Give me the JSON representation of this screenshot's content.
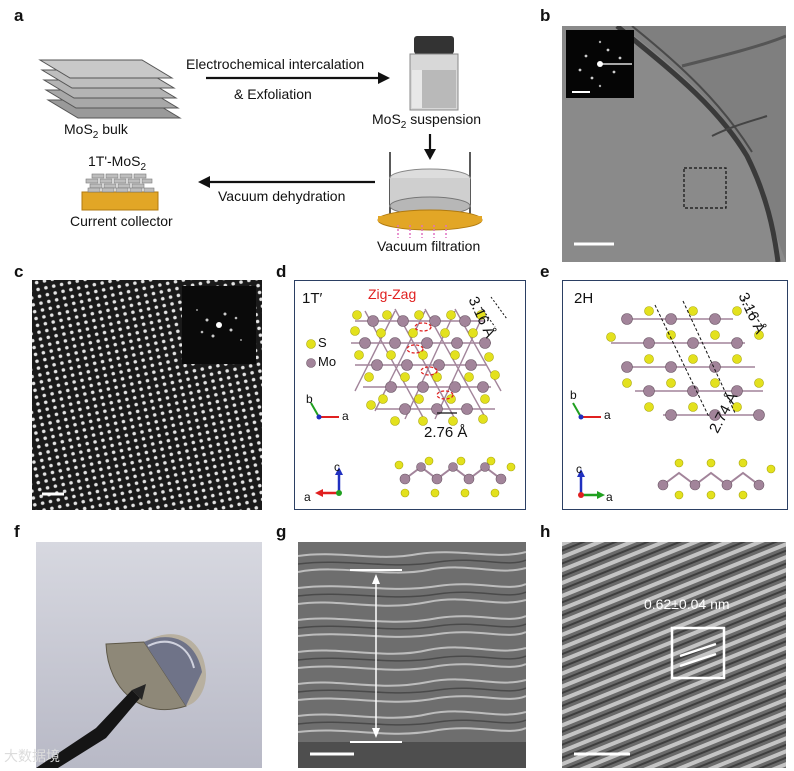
{
  "panels": {
    "a": {
      "label": "a",
      "bulk": "MoS",
      "bulk_sub": "2",
      "bulk_suffix": " bulk",
      "step1_line1": "Electrochemical intercalation",
      "step1_line2": "& Exfoliation",
      "suspension": "MoS",
      "suspension_sub": "2",
      "suspension_suffix": " suspension",
      "filtration": "Vacuum filtration",
      "dehydration": "Vacuum dehydration",
      "product": "1T'-MoS",
      "product_sub": "2",
      "collector": "Current collector",
      "colors": {
        "foil": "#e2a626",
        "film": "#a8a8a8",
        "arrow": "#111111",
        "filtrate": "#e070c0"
      }
    },
    "b": {
      "label": "b"
    },
    "c": {
      "label": "c"
    },
    "d": {
      "label": "d",
      "phase": "1T′",
      "zigzag": "Zig-Zag",
      "legend_s": "S",
      "legend_mo": "Mo",
      "dist_top": "3.16 Å",
      "dist_bottom": "2.76 Å",
      "axis_b": "b",
      "axis_a": "a",
      "axis_c": "c",
      "axis_a2": "a",
      "colors": {
        "s_atom": "#e3e11d",
        "mo_atom": "#a2849a",
        "zigzag": "#e02020"
      }
    },
    "e": {
      "label": "e",
      "phase": "2H",
      "dist_top": "3.16 Å",
      "dist_bottom": "2.74 Å",
      "axis_b": "b",
      "axis_a": "a",
      "axis_c": "c",
      "axis_a2": "a"
    },
    "f": {
      "label": "f"
    },
    "g": {
      "label": "g"
    },
    "h": {
      "label": "h",
      "spacing": "0.62±0.04 nm"
    }
  },
  "watermark": "大数据境"
}
